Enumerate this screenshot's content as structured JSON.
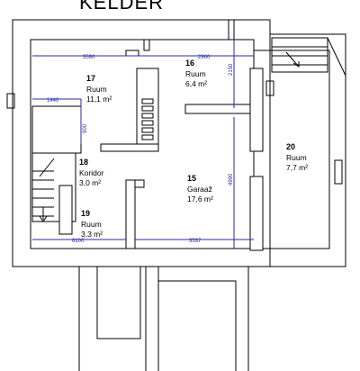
{
  "title": "KELDER",
  "rooms": [
    {
      "id": "17",
      "name": "Ruum",
      "area": "11,1 m²"
    },
    {
      "id": "16",
      "name": "Ruum",
      "area": "6,4 m²"
    },
    {
      "id": "20",
      "name": "Ruum",
      "area": "7,7 m²"
    },
    {
      "id": "18",
      "name": "Koridor",
      "area": "3,0 m²"
    },
    {
      "id": "15",
      "name": "Garaaž",
      "area": "17,6 m²"
    },
    {
      "id": "19",
      "name": "Ruum",
      "area": "3,3 m²"
    }
  ],
  "dimensions": {
    "top_left": "3590",
    "top_right": "2960",
    "v_right_top": "2150",
    "left_mid": "1440",
    "v_mid": "900",
    "v_right_bottom": "4990",
    "bottom_left": "6100",
    "bottom_right": "3537"
  }
}
